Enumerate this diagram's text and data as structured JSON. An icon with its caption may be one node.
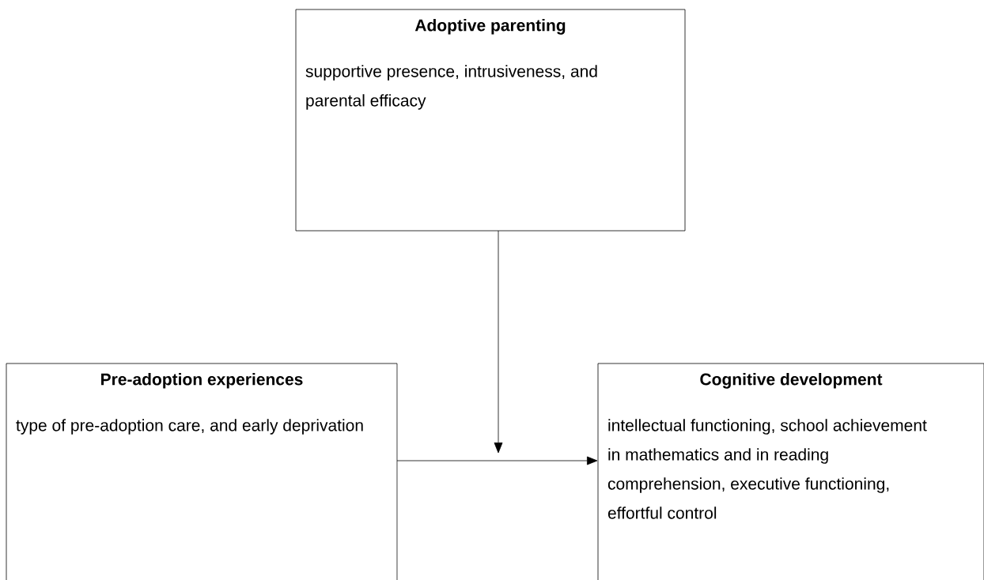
{
  "diagram": {
    "nodes": [
      {
        "text": [
          "Adoptive parenting",
          "supportive presence, intrusiveness, and parental efficacy"
        ]
      },
      {
        "text": [
          "Pre-adoption experiences",
          "type of pre-adoption care, and early deprivation"
        ]
      },
      {
        "text": [
          "Cognitive development",
          "intellectual functioning, school achievement in mathematics and in reading comprehension, executive functioning, effortful control"
        ]
      }
    ],
    "edges": [
      {
        "from": 1,
        "to": 2,
        "arrow": "to"
      },
      {
        "from": 0,
        "to": null,
        "arrow": "to"
      }
    ]
  }
}
